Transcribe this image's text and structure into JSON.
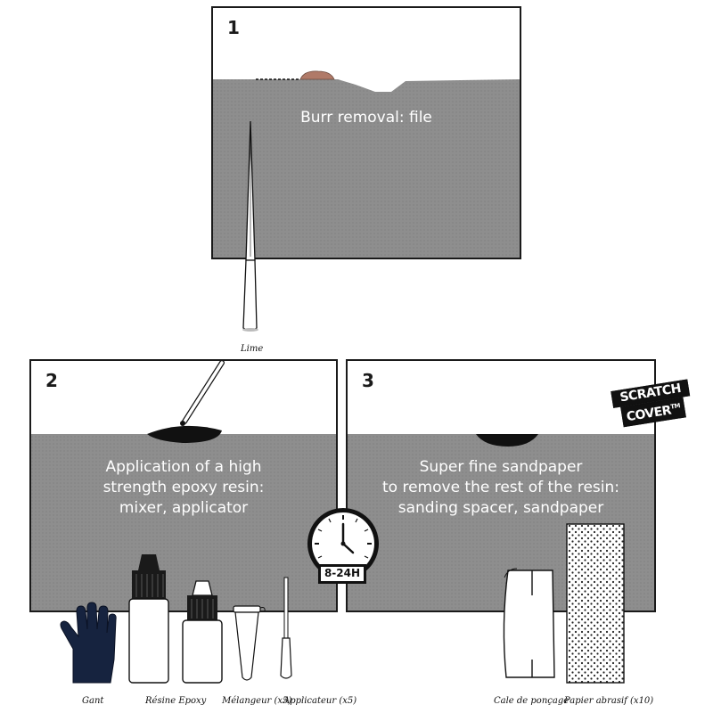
{
  "steps": [
    {
      "number": "1",
      "caption": "Burr removal: file"
    },
    {
      "number": "2",
      "caption": "Application of a high\nstrength epoxy resin:\nmixer, applicator"
    },
    {
      "number": "3",
      "caption": "Super fine sandpaper\nto remove the rest of the resin:\nsanding spacer, sandpaper"
    }
  ],
  "timer": {
    "label": "8-24H",
    "icon": "clock-icon"
  },
  "logo": {
    "line1": "SCRATCH",
    "line2": "COVER",
    "mark": "TM"
  },
  "tools": {
    "file": "Lime",
    "glove": "Gant",
    "epoxy": "Résine Epoxy",
    "mixer": "Mélangeur (x5)",
    "applicator": "Applicateur (x5)",
    "sanding_block": "Cale de ponçage",
    "sandpaper": "Papier abrasif (x10)"
  },
  "colors": {
    "surface": "#8e8e8e",
    "burr": "#b07a68",
    "outline": "#1a1a1a",
    "resin": "#111111"
  }
}
